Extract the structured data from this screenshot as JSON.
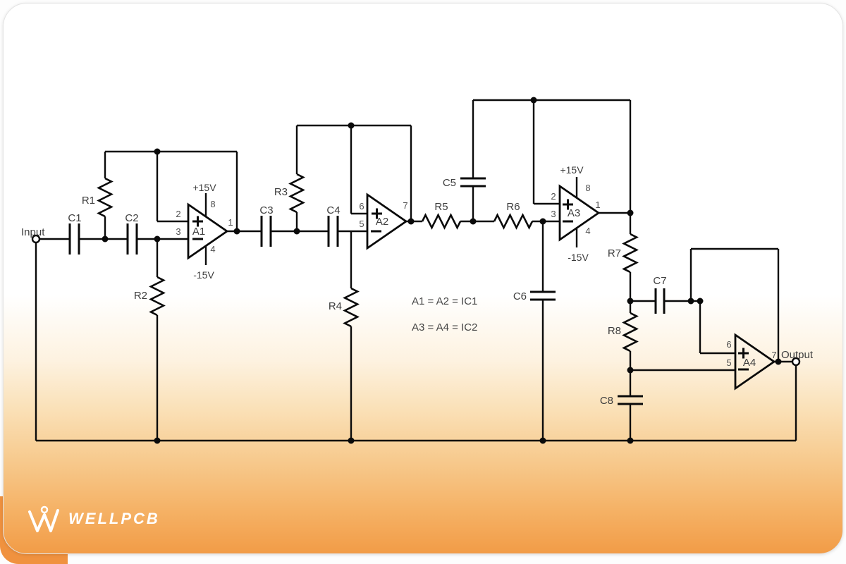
{
  "logo": {
    "brand": "WELLPCB"
  },
  "colors": {
    "wire": "#0a0a0a",
    "component_label": "#3d3d3d",
    "pin_label": "#4f4f4f",
    "note": "#454545",
    "card_orange": "#f29c47",
    "back_orange": "#f0923f",
    "logo": "#ffffff"
  },
  "terminals": {
    "input": "Input",
    "output": "Output"
  },
  "supply": {
    "pos": "+15V",
    "neg": "-15V"
  },
  "notes": {
    "line1": "A1 = A2 = IC1",
    "line2": "A3 = A4 = IC2"
  },
  "components": {
    "R1": "R1",
    "R2": "R2",
    "R3": "R3",
    "R4": "R4",
    "R5": "R5",
    "R6": "R6",
    "R7": "R7",
    "R8": "R8",
    "C1": "C1",
    "C2": "C2",
    "C3": "C3",
    "C4": "C4",
    "C5": "C5",
    "C6": "C6",
    "C7": "C7",
    "C8": "C8",
    "A1": "A1",
    "A2": "A2",
    "A3": "A3",
    "A4": "A4"
  },
  "pins": {
    "n1": "1",
    "n2": "2",
    "n3": "3",
    "n4": "4",
    "n5": "5",
    "n6": "6",
    "n7": "7",
    "n8": "8"
  }
}
